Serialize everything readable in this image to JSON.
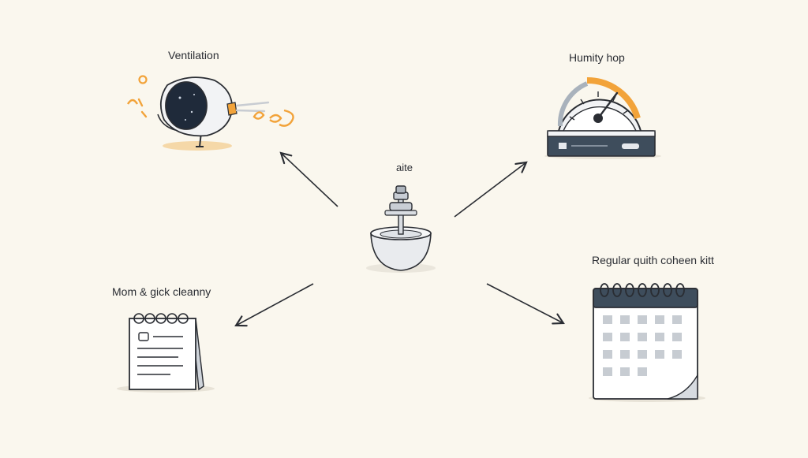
{
  "nodes": {
    "center": {
      "label": "aite"
    },
    "ventilation": {
      "label": "Ventilation"
    },
    "humidity": {
      "label": "Humity hop"
    },
    "cleaning": {
      "label": "Mom & gick cleanny"
    },
    "schedule": {
      "label": "Regular quith coheen kitt"
    }
  },
  "colors": {
    "background": "#faf7ee",
    "ink": "#2a2d33",
    "accent": "#f2a33a",
    "panel": "#3e4d5c",
    "grid_cell": "#c7ccd2"
  },
  "icons": {
    "center": "faucet-bowl-icon",
    "ventilation": "exhaust-fan-icon",
    "humidity": "hygrometer-gauge-icon",
    "cleaning": "notepad-icon",
    "schedule": "calendar-icon"
  }
}
